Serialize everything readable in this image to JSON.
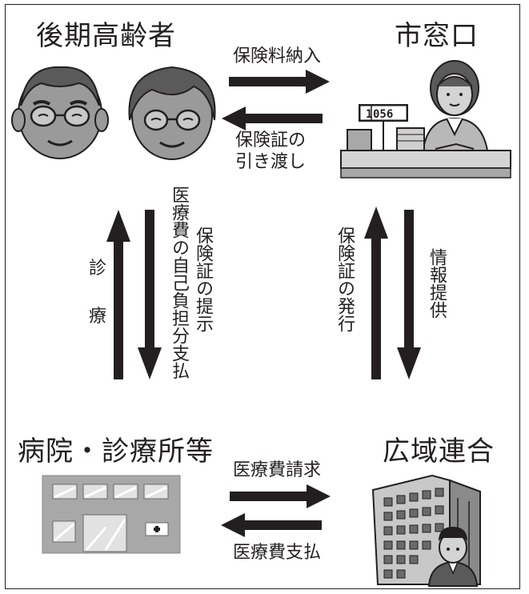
{
  "nodes": {
    "elderly": "後期高齢者",
    "city_window": "市窓口",
    "hospital": "病院・診療所等",
    "union": "広域連合"
  },
  "flows": {
    "premium_payment": "保険料納入",
    "card_handover_1": "保険証の",
    "card_handover_2": "引き渡し",
    "exam_1": "診",
    "exam_2": "療",
    "copay": "医療費の自己負担分支払",
    "card_present": "保険証の提示",
    "card_issue": "保険証の発行",
    "info": "情報提供",
    "claim": "医療費請求",
    "payment": "医療費支払"
  },
  "counter_display": "1056",
  "colors": {
    "ink": "#231f20",
    "face": "#9a9a9a",
    "hair": "#5a5a5a",
    "gray_light": "#d4d4d4",
    "gray_mid": "#a8a8a8"
  }
}
